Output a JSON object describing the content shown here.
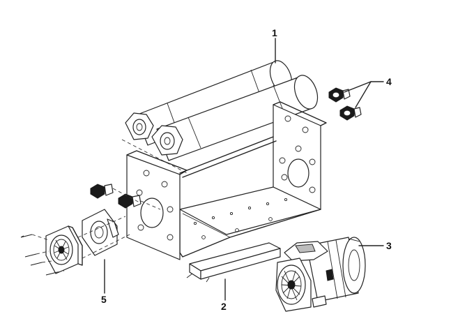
{
  "callouts": [
    {
      "id": "1",
      "label": "1"
    },
    {
      "id": "2",
      "label": "2"
    },
    {
      "id": "3",
      "label": "3"
    },
    {
      "id": "4",
      "label": "4"
    },
    {
      "id": "5",
      "label": "5"
    }
  ],
  "colors": {
    "line": "#222222",
    "background": "#ffffff"
  }
}
